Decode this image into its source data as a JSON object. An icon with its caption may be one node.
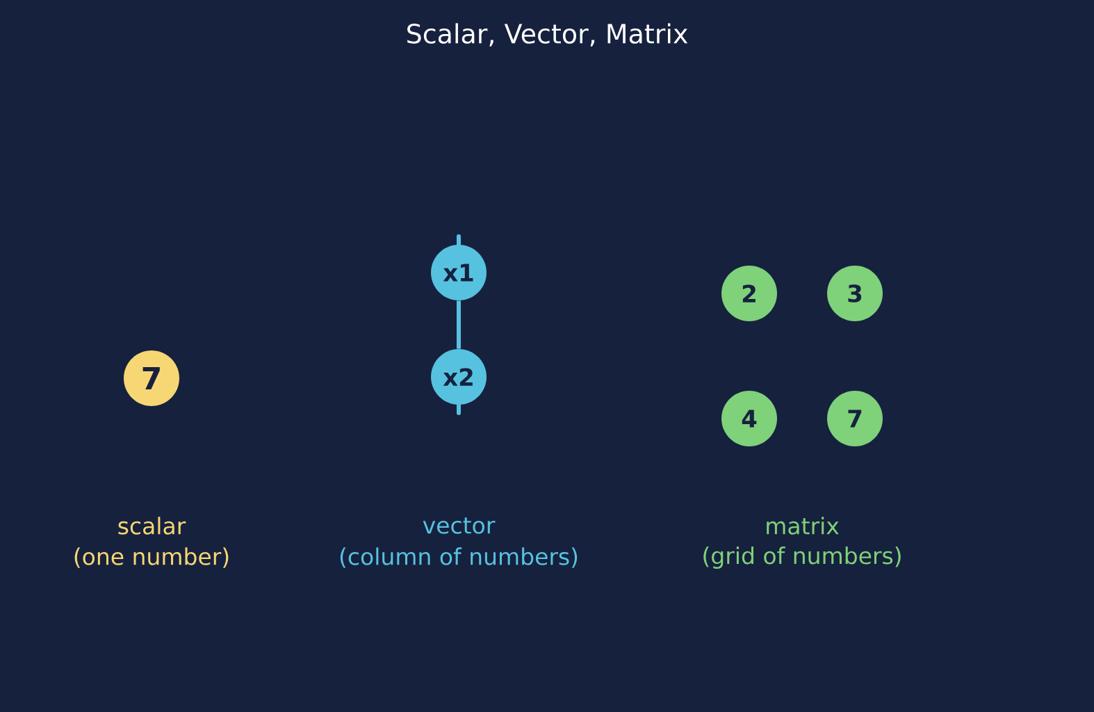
{
  "diagram": {
    "title": "Scalar, Vector, Matrix",
    "nodes": [
      {
        "text": [
          "7"
        ]
      },
      {
        "text": [
          "x1"
        ]
      },
      {
        "text": [
          "x2"
        ]
      },
      {
        "text": [
          "2"
        ]
      },
      {
        "text": [
          "3"
        ]
      },
      {
        "text": [
          "4"
        ]
      },
      {
        "text": [
          "7"
        ]
      }
    ],
    "edges": [
      {
        "from": 1,
        "to": 2,
        "arrow": "none"
      }
    ],
    "labels": [
      "scalar",
      "(one number)",
      "vector",
      "(column of numbers)",
      "matrix",
      "(grid of numbers)"
    ]
  }
}
